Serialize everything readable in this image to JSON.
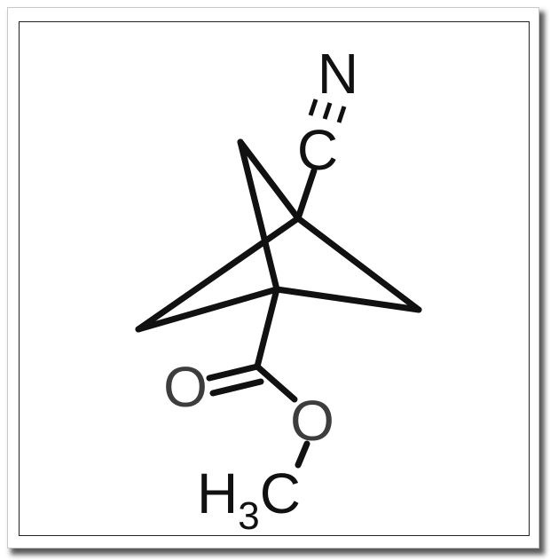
{
  "molecule": {
    "atoms": {
      "nitrogen": "N",
      "nitrile_carbon": "C",
      "carbonyl_oxygen": "O",
      "ester_oxygen": "O",
      "methyl_h": "H",
      "methyl_sub": "3",
      "methyl_c": "C"
    },
    "colors": {
      "bond": "#111111",
      "carbon_label": "#111111",
      "oxygen_label": "#3d3d3d",
      "nitrogen_label": "#111111"
    }
  }
}
